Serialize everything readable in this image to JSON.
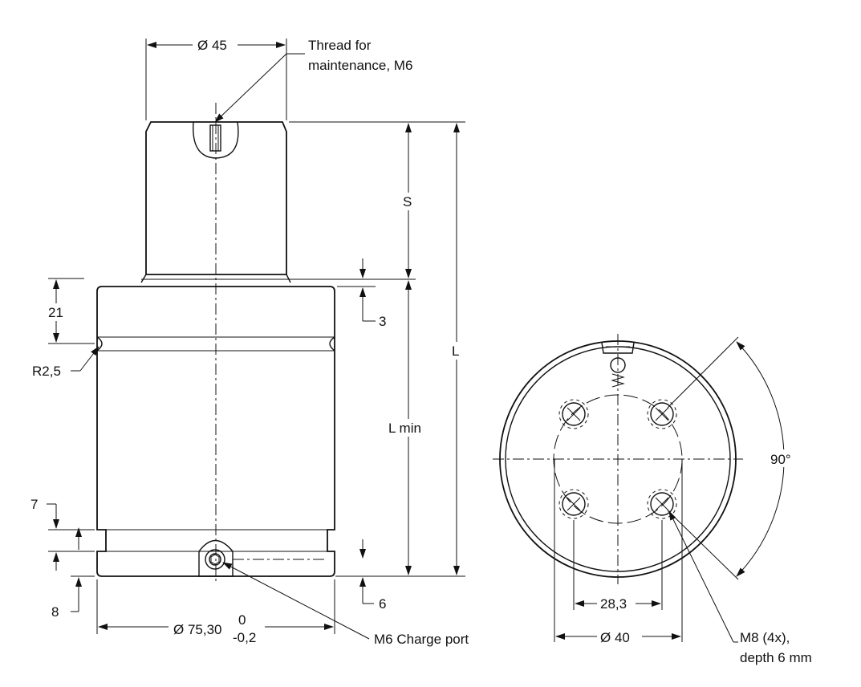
{
  "side_view": {
    "dia_top": "Ø 45",
    "thread_label_line1": "Thread for",
    "thread_label_line2": "maintenance, M6",
    "stroke": "S",
    "length": "L",
    "length_min": "L min",
    "dim_21": "21",
    "dim_3": "3",
    "radius": "R2,5",
    "dim_7": "7",
    "dim_8": "8",
    "dim_6": "6",
    "dia_body": "Ø 75,30",
    "tol_upper": "0",
    "tol_lower": "-0,2",
    "charge_port": "M6 Charge port"
  },
  "bottom_view": {
    "angle": "90°",
    "pitch": "28,3",
    "dia_bolt_circle": "Ø 40",
    "holes_line1": "M8 (4x),",
    "holes_line2": "depth 6 mm"
  }
}
